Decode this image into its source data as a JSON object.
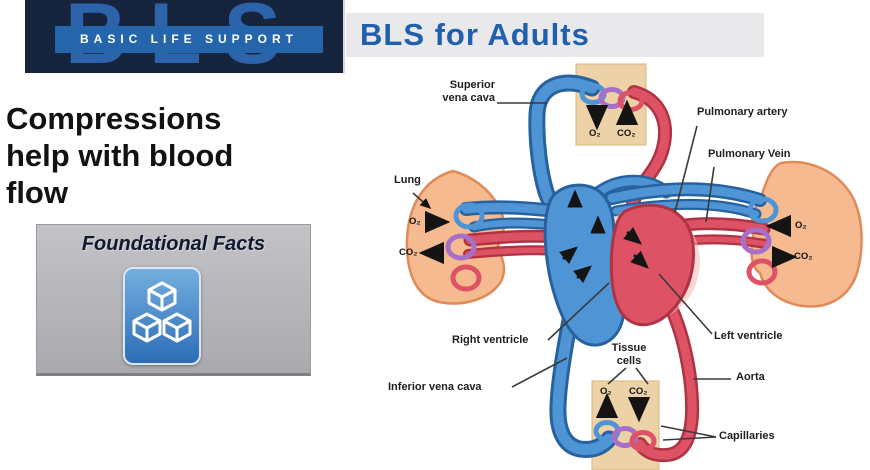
{
  "slide": {
    "logo": {
      "acronym": "BLS",
      "subtitle": "BASIC LIFE SUPPORT"
    },
    "title": "BLS for Adults",
    "headline_lines": [
      "Compressions",
      "help with blood",
      "flow"
    ],
    "foundational": {
      "title": "Foundational Facts",
      "icon": "cubes-icon"
    },
    "colors": {
      "banner_bg": "#16243e",
      "logo_blue": "#2c63aa",
      "strip_blue": "#2565ab",
      "title_blue": "#1e5fae",
      "title_bar_bg": "#e9e9ec",
      "box_gray": "#b6b6ba",
      "vein_blue": "#4f95d6",
      "artery_red": "#dd5264",
      "lung_peach": "#f6ba90",
      "tissue_tan": "#ecd2a6",
      "capillary_purple": "#a86fc9"
    },
    "diagram": {
      "labels": {
        "superior_vena_cava": {
          "line1": "Superior",
          "line2": "vena cava"
        },
        "pulmonary_artery": "Pulmonary artery",
        "pulmonary_vein": "Pulmonary Vein",
        "lung": "Lung",
        "right_ventricle": "Right ventricle",
        "left_ventricle": "Left ventricle",
        "inferior_vena_cava": "Inferior vena cava",
        "tissue_cells": {
          "line1": "Tissue",
          "line2": "cells"
        },
        "aorta": "Aorta",
        "capillaries": "Capillaries",
        "o2": "O₂",
        "co2": "CO₂"
      }
    }
  }
}
